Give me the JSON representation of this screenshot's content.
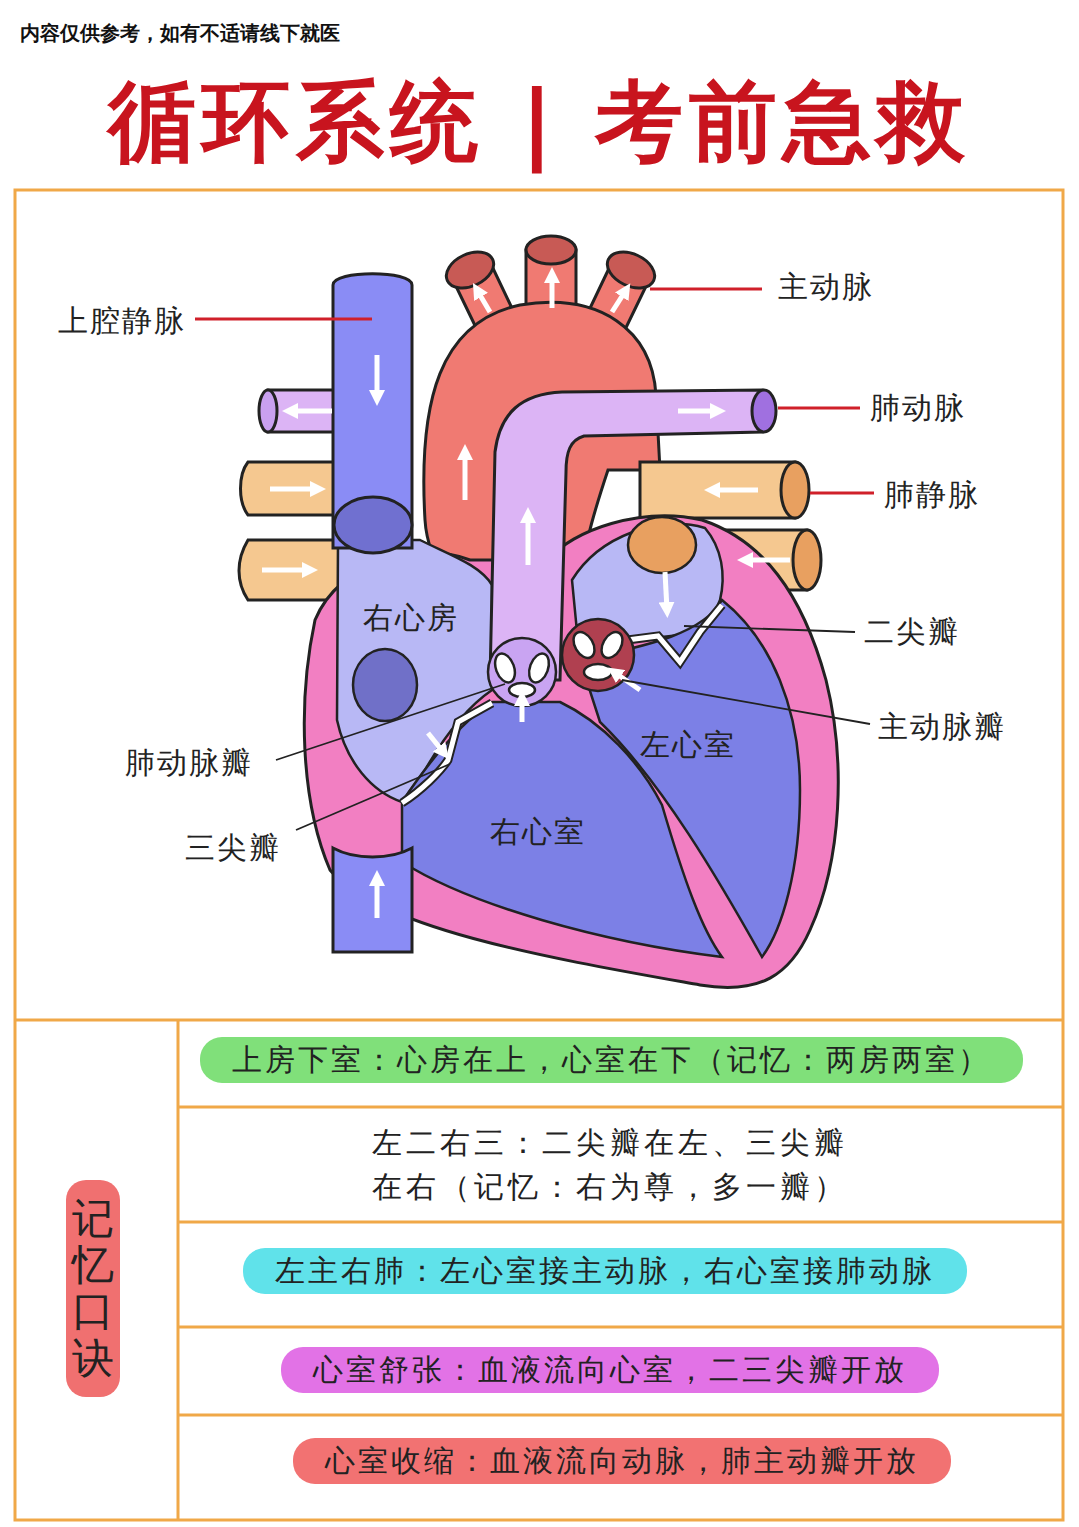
{
  "diagram": {
    "title": "循环系统 | 考前急救",
    "nodes": [
      {
        "text": [
          "记忆口诀"
        ]
      },
      {
        "text": [
          "上房下室：心房在上，心室在下（记忆：两房两室）"
        ]
      },
      {
        "text": [
          "左主右肺：左心室接主动脉，右心室接肺动脉"
        ]
      },
      {
        "text": [
          "心室舒张：血液流向心室，二三尖瓣开放"
        ]
      },
      {
        "text": [
          "心室收缩：血液流向动脉，肺主动瓣开放"
        ]
      }
    ],
    "labels": [
      "内容仅供参考，如有不适请线下就医",
      "上腔静脉",
      "主动脉",
      "肺动脉",
      "肺静脉",
      "右心房",
      "二尖瓣",
      "主动脉瓣",
      "左心室",
      "肺动脉瓣",
      "三尖瓣",
      "右心室",
      "左二右三：二尖瓣在左、三尖瓣在右（记忆：右为尊，多一瓣）"
    ]
  }
}
